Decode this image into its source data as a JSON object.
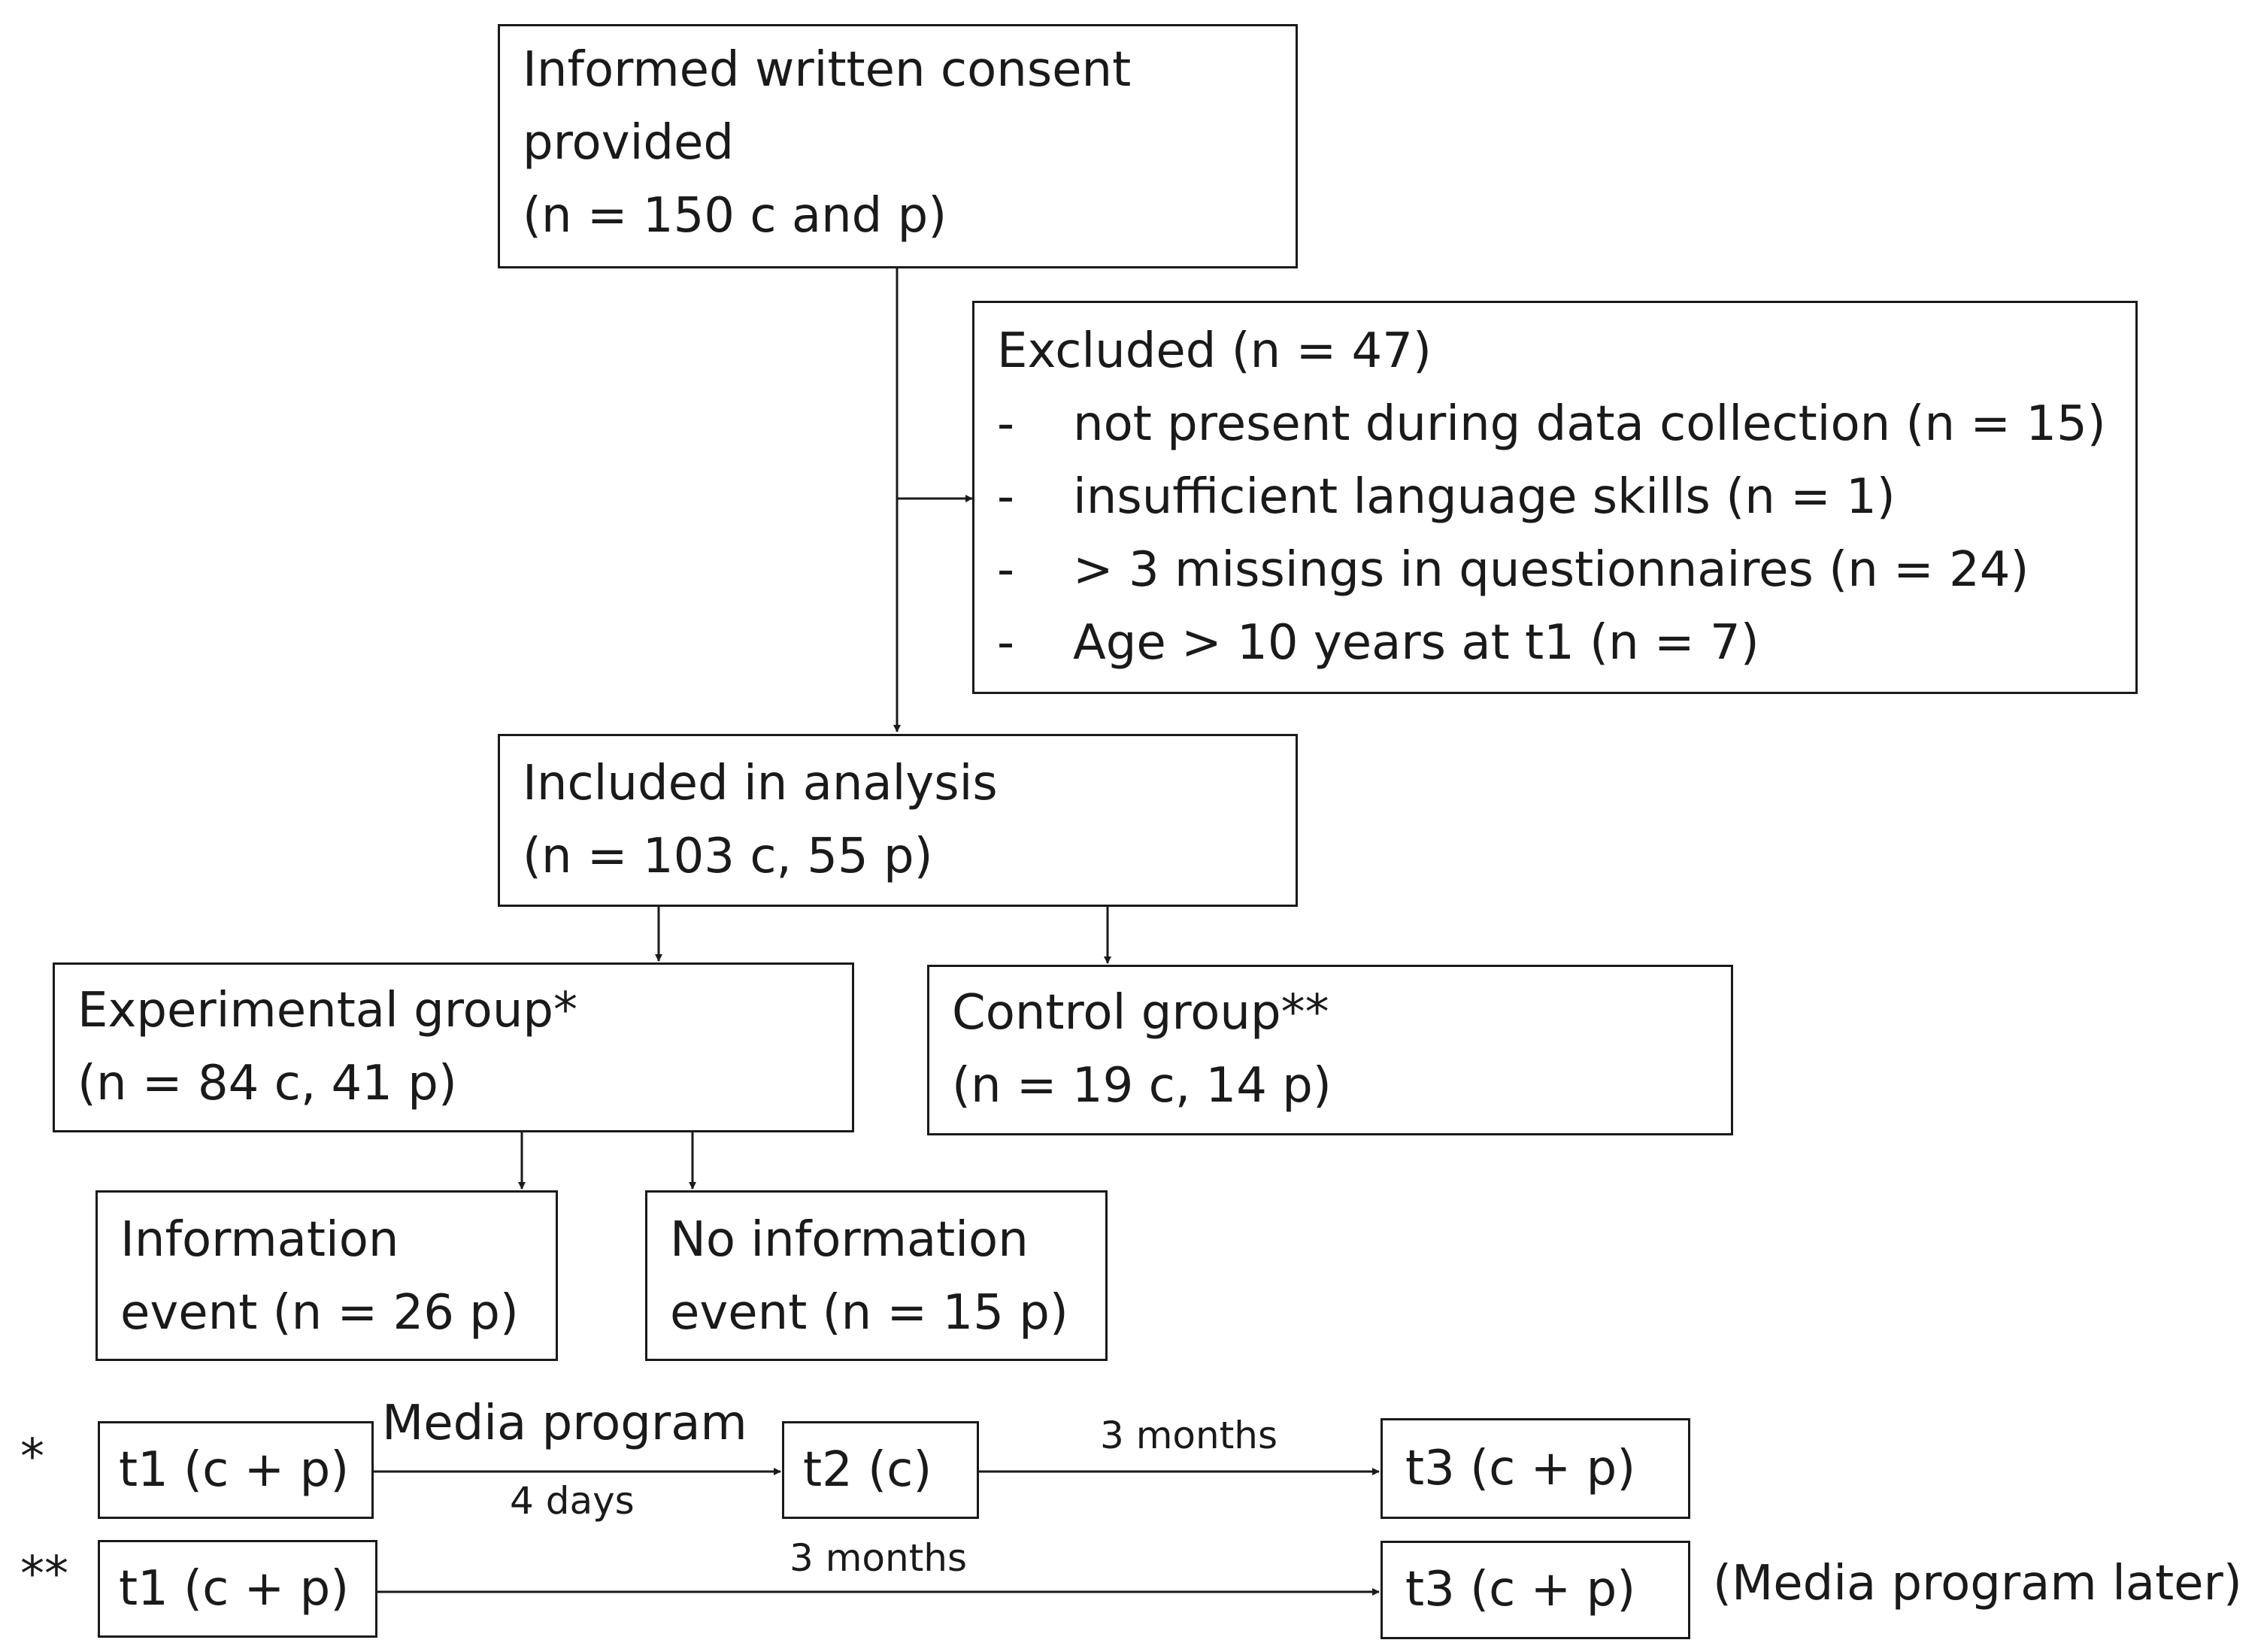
{
  "consent": {
    "lines": [
      "Informed written consent",
      "provided",
      "(n = 150 c and p)"
    ]
  },
  "excluded": {
    "title": "Excluded (n = 47)",
    "items": [
      {
        "bullet": "-",
        "text": "not present during data collection (n = 15)"
      },
      {
        "bullet": "-",
        "text": "insufficient language skills (n = 1)"
      },
      {
        "bullet": "-",
        "text": "> 3 missings in questionnaires (n = 24)"
      },
      {
        "bullet": "-",
        "text": "Age > 10 years at t1 (n = 7)"
      }
    ]
  },
  "included": {
    "lines": [
      "Included in analysis",
      "(n = 103 c, 55 p)"
    ]
  },
  "experimental": {
    "lines": [
      "Experimental group*",
      "(n = 84 c, 41 p)"
    ]
  },
  "control": {
    "lines": [
      "Control group**",
      "(n = 19 c, 14 p)"
    ]
  },
  "info_event": {
    "lines": [
      "Information",
      "event (n = 26 p)"
    ]
  },
  "no_info_event": {
    "lines": [
      "No information",
      "event (n = 15 p)"
    ]
  },
  "timeline_exp": {
    "marker": "*",
    "t1": "t1 (c + p)",
    "program_label": "Media program",
    "duration1": "4 days",
    "t2": "t2 (c)",
    "duration2": "3 months",
    "t3": "t3 (c + p)"
  },
  "timeline_ctrl": {
    "marker": "**",
    "t1": "t1 (c + p)",
    "duration": "3 months",
    "t3": "t3 (c + p)",
    "note": "(Media program later)"
  }
}
